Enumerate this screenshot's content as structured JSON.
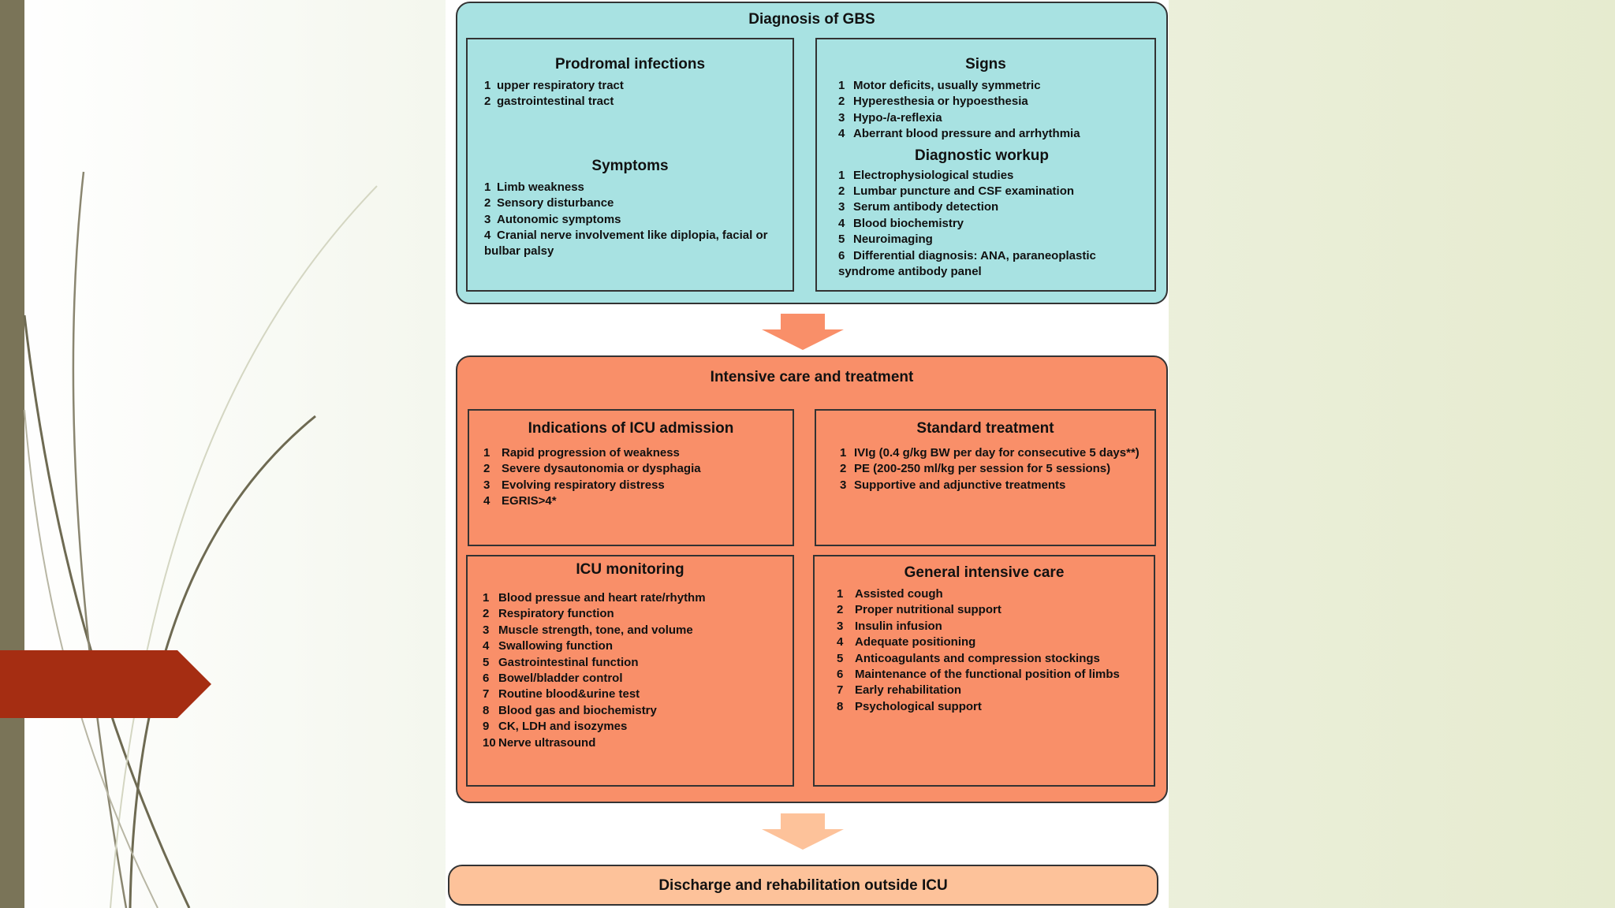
{
  "diagnosis": {
    "title": "Diagnosis of GBS",
    "prodromal": {
      "title": "Prodromal infections",
      "items": [
        "upper respiratory tract",
        "gastrointestinal tract"
      ]
    },
    "symptoms": {
      "title": "Symptoms",
      "items": [
        "Limb weakness",
        "Sensory disturbance",
        "Autonomic symptoms",
        "Cranial nerve involvement like  diplopia, facial or bulbar palsy"
      ]
    },
    "signs": {
      "title": "Signs",
      "items": [
        "Motor deficits, usually symmetric",
        "Hyperesthesia or hypoesthesia",
        "Hypo-/a-reflexia",
        "Aberrant blood pressure and arrhythmia"
      ]
    },
    "workup": {
      "title": "Diagnostic workup",
      "items": [
        "Electrophysiological studies",
        "Lumbar puncture and CSF examination",
        "Serum antibody detection",
        "Blood biochemistry",
        "Neuroimaging",
        "Differential diagnosis: ANA, paraneoplastic syndrome antibody panel"
      ]
    }
  },
  "treatment": {
    "title": "Intensive care and treatment",
    "icu_admission": {
      "title": "Indications of ICU admission",
      "items": [
        "Rapid progression of weakness",
        "Severe dysautonomia or dysphagia",
        "Evolving respiratory distress",
        "EGRIS>4*"
      ]
    },
    "standard": {
      "title": "Standard treatment",
      "items": [
        "IVIg (0.4 g/kg BW per day for consecutive 5 days**)",
        "PE (200-250 ml/kg per session for 5 sessions)",
        "Supportive and adjunctive treatments"
      ]
    },
    "monitoring": {
      "title": "ICU monitoring",
      "items": [
        "Blood pressue and heart rate/rhythm",
        "Respiratory function",
        "Muscle strength, tone, and volume",
        "Swallowing function",
        "Gastrointestinal function",
        "Bowel/bladder control",
        "Routine blood&urine test",
        "Blood gas and biochemistry",
        "CK, LDH and isozymes",
        "Nerve ultrasound"
      ]
    },
    "general": {
      "title": "General intensive care",
      "items": [
        "Assisted cough",
        "Proper nutritional support",
        "Insulin infusion",
        "Adequate positioning",
        "Anticoagulants and compression stockings",
        "Maintenance of  the functional position of limbs",
        "Early rehabilitation",
        "Psychological support"
      ]
    }
  },
  "discharge": {
    "title": "Discharge and rehabilitation outside ICU"
  },
  "colors": {
    "teal": "#a8e2e2",
    "salmon": "#f98f69",
    "peach": "#fdc29a",
    "slide_accent": "#a52d12",
    "left_bar": "#7a7458"
  }
}
